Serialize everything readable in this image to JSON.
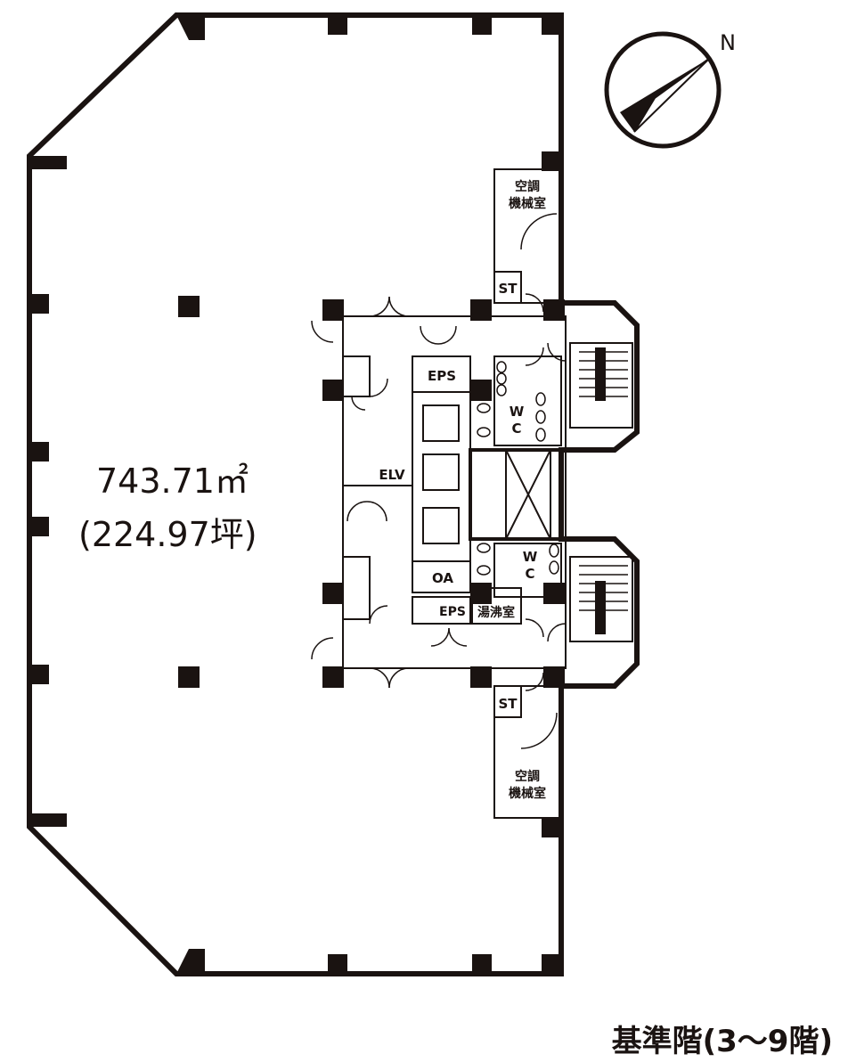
{
  "compass": {
    "north_label": "N"
  },
  "area": {
    "sqm": "743.71㎡",
    "tsubo": "(224.97坪)"
  },
  "rooms": {
    "ac_room_top": {
      "line1": "空調",
      "line2": "機械室"
    },
    "ac_room_bottom": {
      "line1": "空調",
      "line2": "機械室"
    },
    "st_top": "ST",
    "st_bottom": "ST",
    "eps_top": "EPS",
    "eps_bottom": "EPS",
    "elv": "ELV",
    "oa": "OA",
    "wc_top": {
      "w": "W",
      "c": "C"
    },
    "wc_bottom": {
      "w": "W",
      "c": "C"
    },
    "kitchenette": "湯沸室"
  },
  "caption": "基準階(3〜9階)",
  "colors": {
    "ink": "#1a1311",
    "paper": "#ffffff"
  }
}
